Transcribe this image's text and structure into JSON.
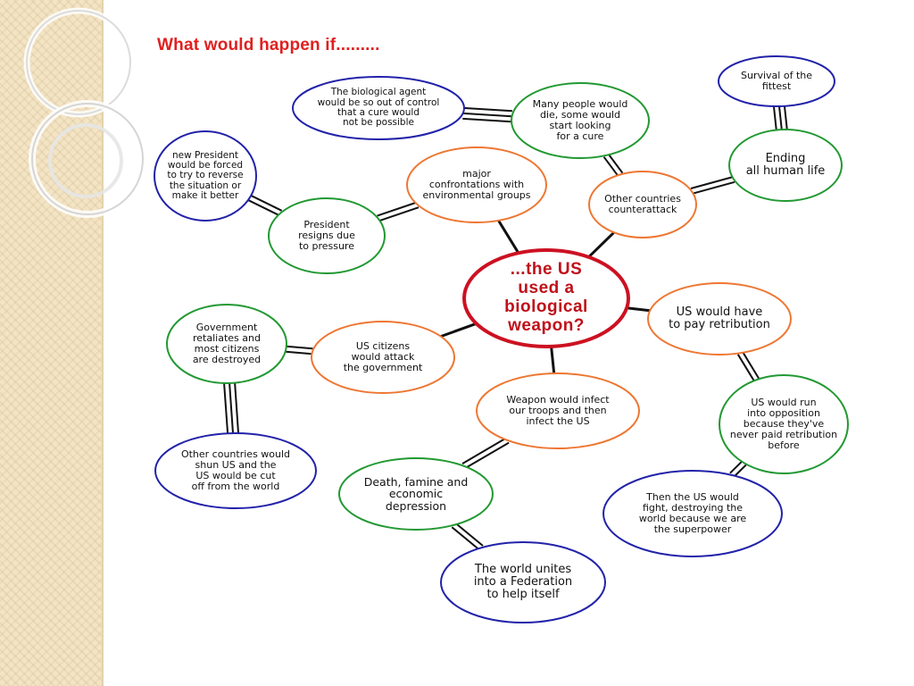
{
  "title": "What would happen if.........",
  "colors": {
    "red": "#cc1122",
    "orange": "#ee7733",
    "green": "#229933",
    "blue": "#2222aa",
    "title": "#e02020",
    "background_strip": "#f3e4c4"
  },
  "nodes": [
    {
      "id": "center",
      "text": "...the US\nused a\nbiological\nweapon?",
      "color": "red"
    },
    {
      "id": "out-of-control",
      "text": "The biological agent\nwould be so out of control\nthat a cure would\nnot be possible",
      "color": "blue"
    },
    {
      "id": "many-die",
      "text": "Many people would\ndie, some would\nstart looking\nfor a cure",
      "color": "green"
    },
    {
      "id": "survival",
      "text": "Survival of the\nfittest",
      "color": "blue"
    },
    {
      "id": "ending-life",
      "text": "Ending\nall human life",
      "color": "green"
    },
    {
      "id": "new-president",
      "text": "new President\nwould be forced\nto try to reverse\nthe situation or\nmake it better",
      "color": "blue"
    },
    {
      "id": "major-confrontations",
      "text": "major\nconfrontations with\nenvironmental groups",
      "color": "orange"
    },
    {
      "id": "other-counterattack",
      "text": "Other countries\ncounterattack",
      "color": "orange"
    },
    {
      "id": "president-resigns",
      "text": "President\nresigns due\nto pressure",
      "color": "green"
    },
    {
      "id": "retribution",
      "text": "US would have\nto pay retribution",
      "color": "orange"
    },
    {
      "id": "government-retaliates",
      "text": "Government\nretaliates and\nmost citizens\nare destroyed",
      "color": "green"
    },
    {
      "id": "citizens-attack",
      "text": "US citizens\nwould attack\nthe government",
      "color": "orange"
    },
    {
      "id": "weapon-infect",
      "text": "Weapon would infect\nour troops and then\ninfect the US",
      "color": "orange"
    },
    {
      "id": "run-into-opposition",
      "text": "US would run\ninto opposition\nbecause they've\nnever paid retribution\nbefore",
      "color": "green"
    },
    {
      "id": "shun-us",
      "text": "Other countries would\nshun US and the\nUS would be cut\noff from the world",
      "color": "blue"
    },
    {
      "id": "death-famine",
      "text": "Death, famine and\neconomic\ndepression",
      "color": "green"
    },
    {
      "id": "fight-world",
      "text": "Then the US would\nfight, destroying the\nworld because we are\nthe superpower",
      "color": "blue"
    },
    {
      "id": "world-unites",
      "text": "The world unites\ninto a Federation\nto help itself",
      "color": "blue"
    }
  ],
  "links": [
    {
      "from": "center",
      "to": "major-confrontations",
      "style": "single"
    },
    {
      "from": "center",
      "to": "other-counterattack",
      "style": "single"
    },
    {
      "from": "center",
      "to": "retribution",
      "style": "single"
    },
    {
      "from": "center",
      "to": "citizens-attack",
      "style": "single"
    },
    {
      "from": "center",
      "to": "weapon-infect",
      "style": "single"
    },
    {
      "from": "out-of-control",
      "to": "many-die",
      "style": "triple"
    },
    {
      "from": "many-die",
      "to": "other-counterattack",
      "style": "double"
    },
    {
      "from": "other-counterattack",
      "to": "ending-life",
      "style": "double"
    },
    {
      "from": "ending-life",
      "to": "survival",
      "style": "triple"
    },
    {
      "from": "major-confrontations",
      "to": "president-resigns",
      "style": "double"
    },
    {
      "from": "president-resigns",
      "to": "new-president",
      "style": "double"
    },
    {
      "from": "citizens-attack",
      "to": "government-retaliates",
      "style": "double"
    },
    {
      "from": "government-retaliates",
      "to": "shun-us",
      "style": "triple"
    },
    {
      "from": "weapon-infect",
      "to": "death-famine",
      "style": "double"
    },
    {
      "from": "death-famine",
      "to": "world-unites",
      "style": "double"
    },
    {
      "from": "retribution",
      "to": "run-into-opposition",
      "style": "double"
    },
    {
      "from": "run-into-opposition",
      "to": "fight-world",
      "style": "double"
    }
  ]
}
